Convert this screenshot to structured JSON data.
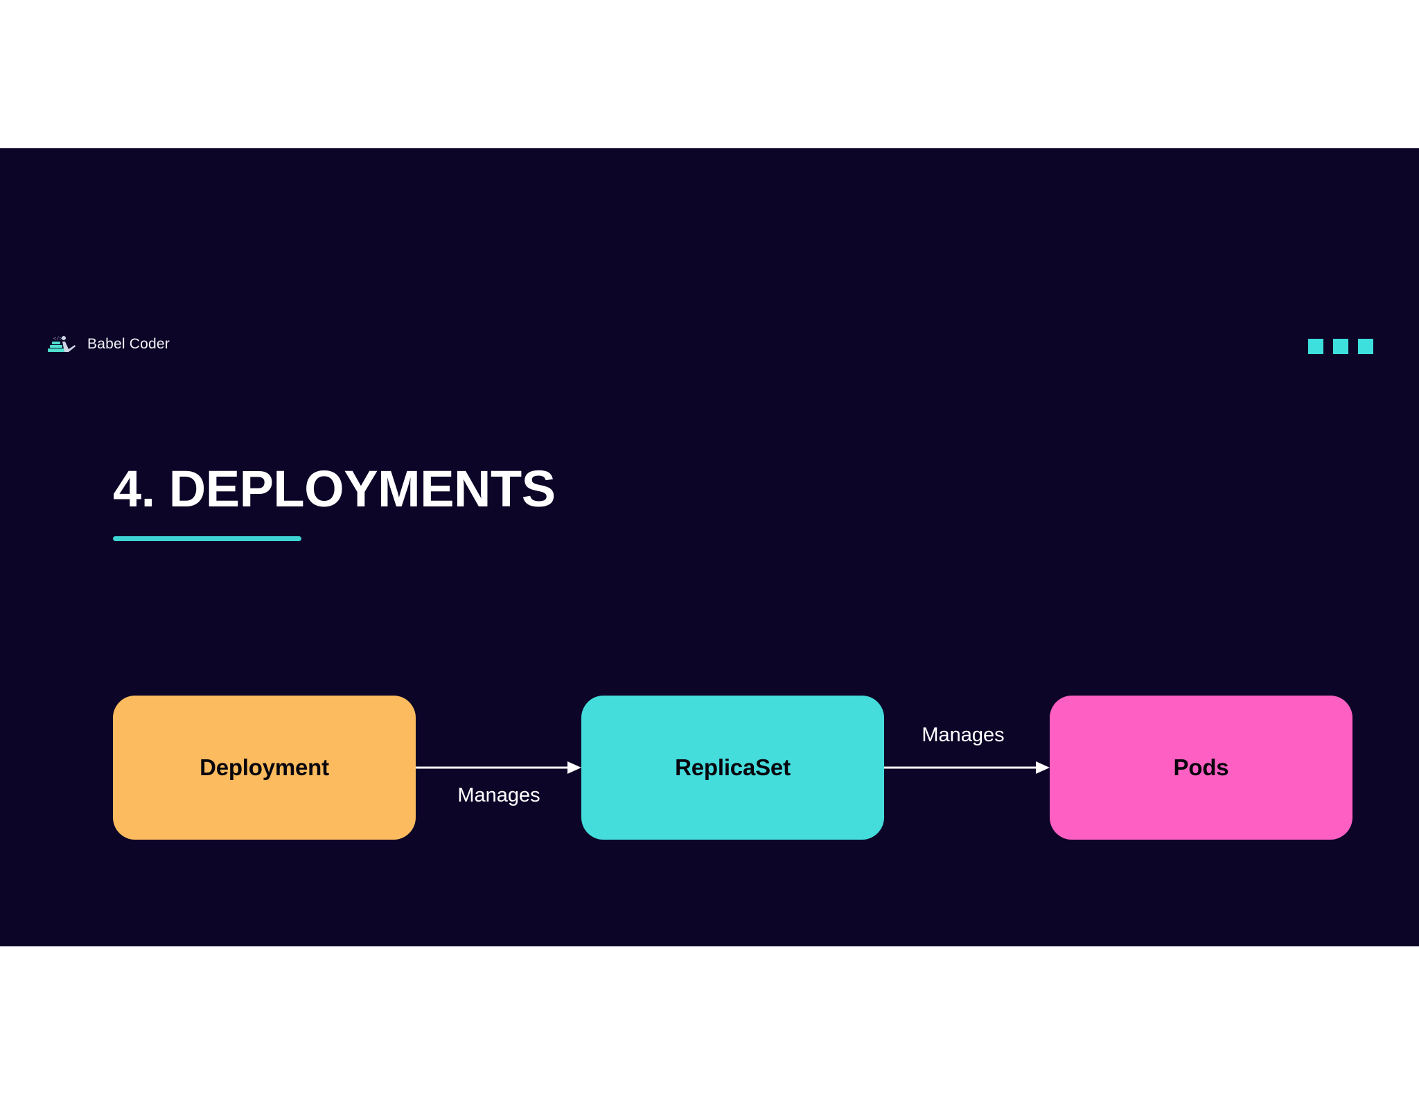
{
  "theme": {
    "slide_background": "#0c0527",
    "page_background": "#ffffff",
    "accent_teal": "#3ed4d4",
    "title_color": "#ffffff",
    "edge_label_color": "#ffffff",
    "node_text_color": "#08060d"
  },
  "header": {
    "brand_name": "Babel Coder",
    "logo_icon": "babel-coder-logo-icon",
    "menu_dots": [
      {
        "icon": "square-dot-icon",
        "color": "#3ee0dd"
      },
      {
        "icon": "square-dot-icon",
        "color": "#3ee0dd"
      },
      {
        "icon": "square-dot-icon",
        "color": "#3ee0dd"
      }
    ]
  },
  "title": {
    "text": "4. DEPLOYMENTS",
    "number": "4.",
    "underline_color": "#3ed4d4"
  },
  "diagram": {
    "type": "flow",
    "direction": "left-to-right",
    "nodes": [
      {
        "id": "deployment",
        "label": "Deployment",
        "color": "#fcbb5e"
      },
      {
        "id": "replicaset",
        "label": "ReplicaSet",
        "color": "#45dcdc"
      },
      {
        "id": "pods",
        "label": "Pods",
        "color": "#fd5fc2"
      }
    ],
    "edges": [
      {
        "id": "edge-deployment-replicaset",
        "from": "deployment",
        "to": "replicaset",
        "label": "Manages",
        "arrow_icon": "arrow-right-icon",
        "label_position": "below-line"
      },
      {
        "id": "edge-replicaset-pods",
        "from": "replicaset",
        "to": "pods",
        "label": "Manages",
        "arrow_icon": "arrow-right-icon",
        "label_position": "above-line"
      }
    ]
  }
}
